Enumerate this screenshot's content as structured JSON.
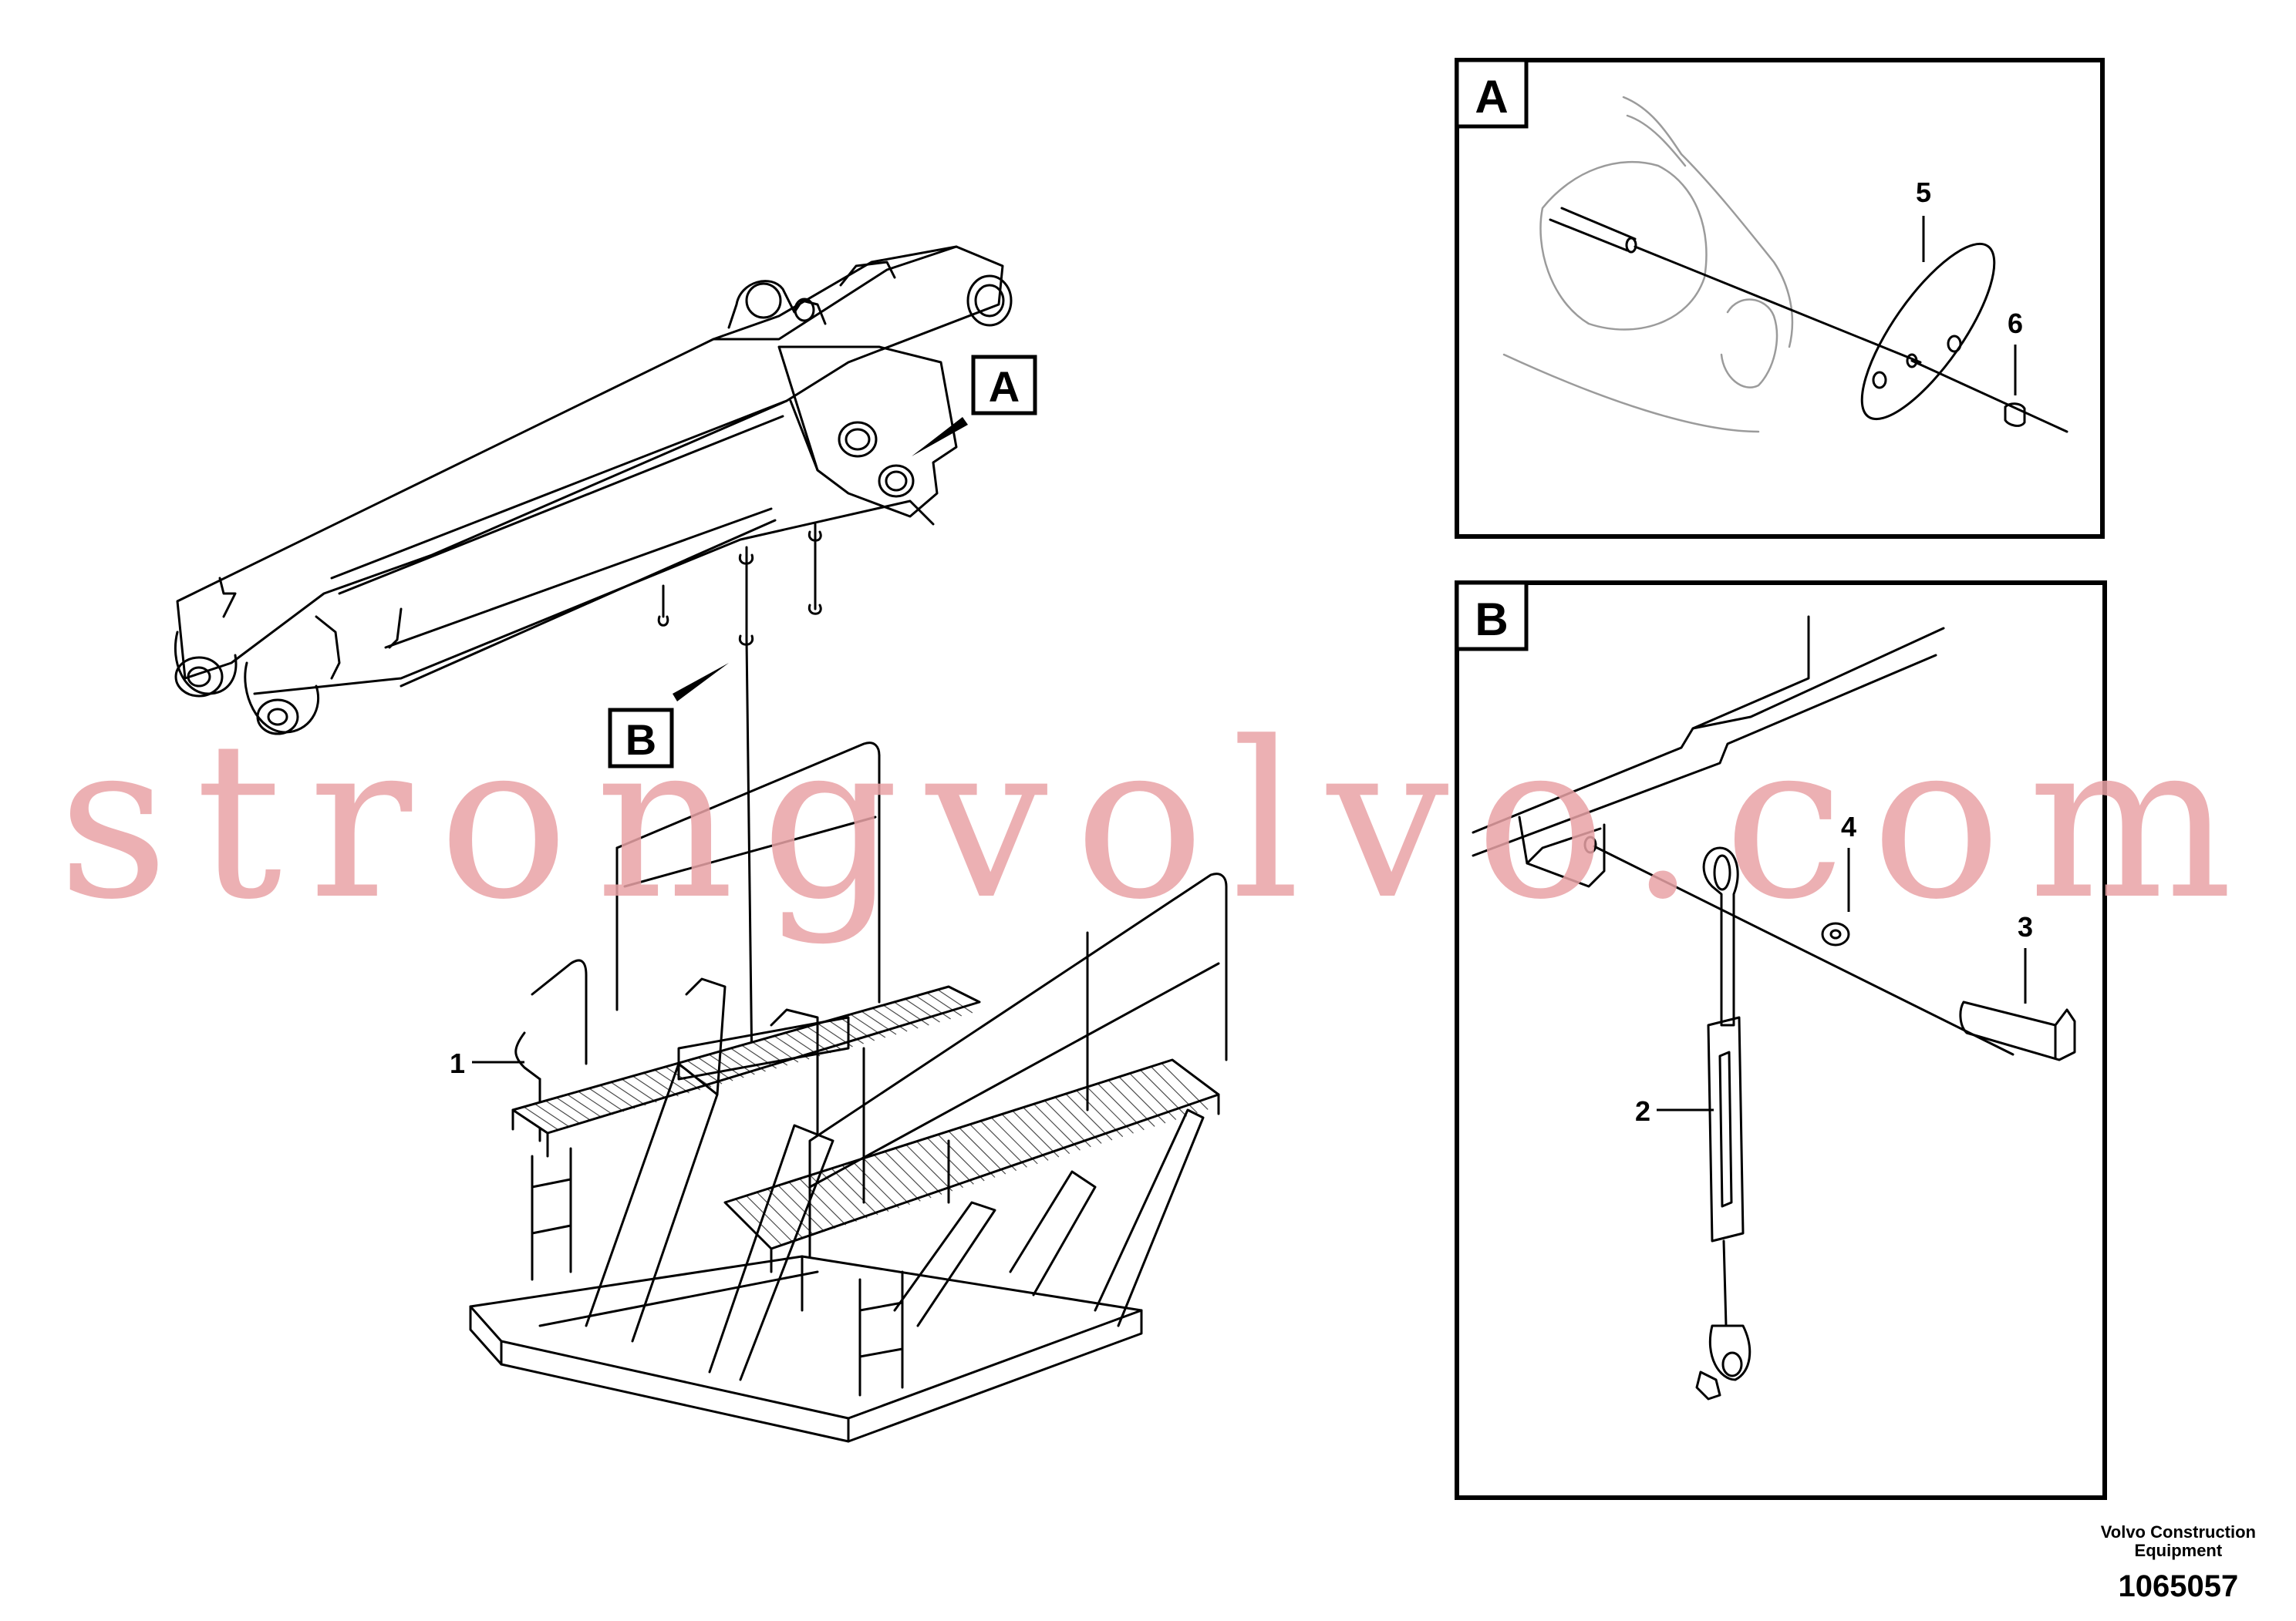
{
  "callouts": {
    "A": "A",
    "B": "B"
  },
  "parts": {
    "p1": "1",
    "p2": "2",
    "p3": "3",
    "p4": "4",
    "p5": "5",
    "p6": "6"
  },
  "panels": {
    "a_title": "A",
    "b_title": "B"
  },
  "watermark": "strongvolvo.com",
  "footer": {
    "brand_line1": "Volvo Construction",
    "brand_line2": "Equipment",
    "diagram_number": "1065057"
  }
}
